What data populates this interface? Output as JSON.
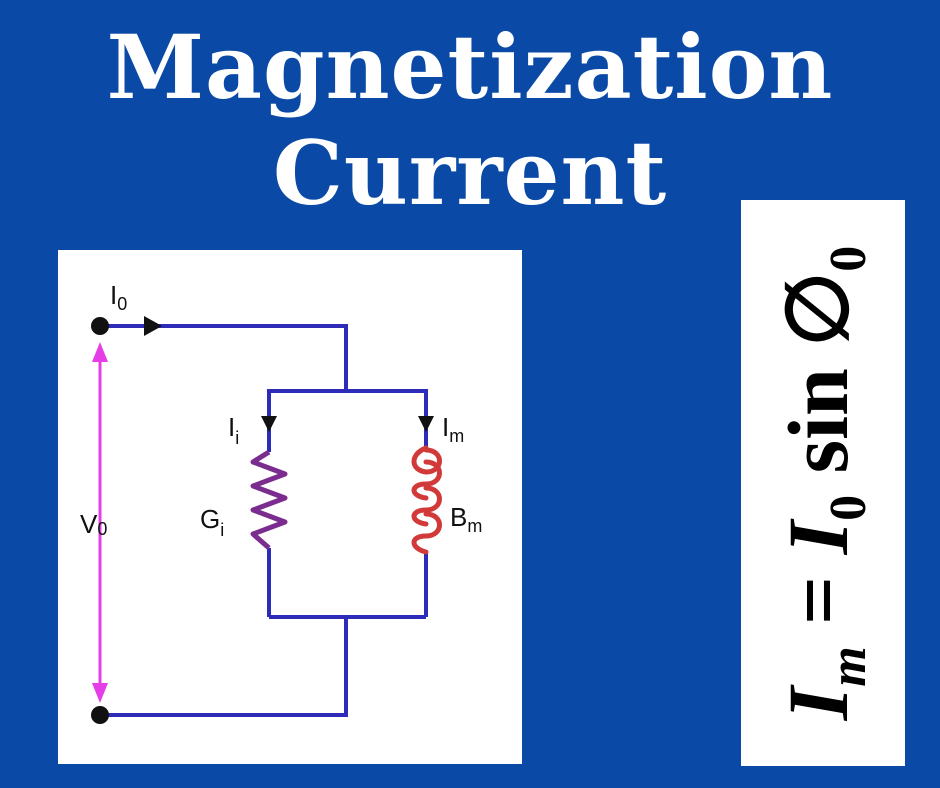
{
  "title": {
    "line1": "Magnetization",
    "line2": "Current"
  },
  "circuit": {
    "labels": {
      "i0_main": "I",
      "i0_sub": "0",
      "v0_main": "V",
      "v0_sub": "0",
      "ii_main": "I",
      "ii_sub": "i",
      "gi_main": "G",
      "gi_sub": "i",
      "im_main": "I",
      "im_sub": "m",
      "bm_main": "B",
      "bm_sub": "m"
    },
    "colors": {
      "wire": "#2d2bb8",
      "voltage_arrow": "#e63ee6",
      "resistor": "#7a2d8f",
      "inductor": "#d23a3a"
    }
  },
  "formula": {
    "lhs_var": "I",
    "lhs_sub": "m",
    "equals": " = ",
    "rhs_var": "I",
    "rhs_sub": "0",
    "func": " sin ",
    "angle": "∅",
    "angle_sub": "0"
  }
}
